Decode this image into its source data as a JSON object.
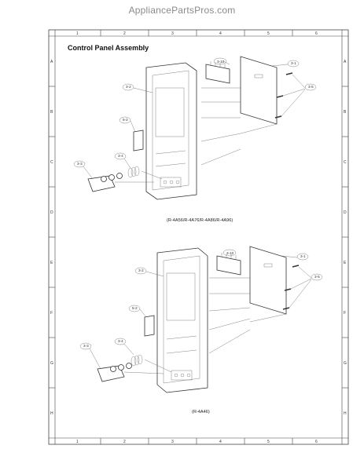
{
  "watermark": "AppliancePartsPros.com",
  "diagram_title": "Control Panel Assembly",
  "grid": {
    "columns": [
      "1",
      "2",
      "3",
      "4",
      "5",
      "6"
    ],
    "rows": [
      "A",
      "B",
      "C",
      "D",
      "E",
      "F",
      "G",
      "H"
    ]
  },
  "upper_assembly": {
    "caption": "(R-4A56/R-4A76/R-4A86/R-4A96)",
    "callouts": [
      "3-10",
      "3-1",
      "3-2",
      "3-5",
      "5-2",
      "3-4",
      "3-3"
    ]
  },
  "lower_assembly": {
    "caption": "(R-4A46)",
    "callouts": [
      "3-10",
      "3-1",
      "3-2",
      "3-5",
      "5-2",
      "3-4",
      "3-3"
    ]
  }
}
